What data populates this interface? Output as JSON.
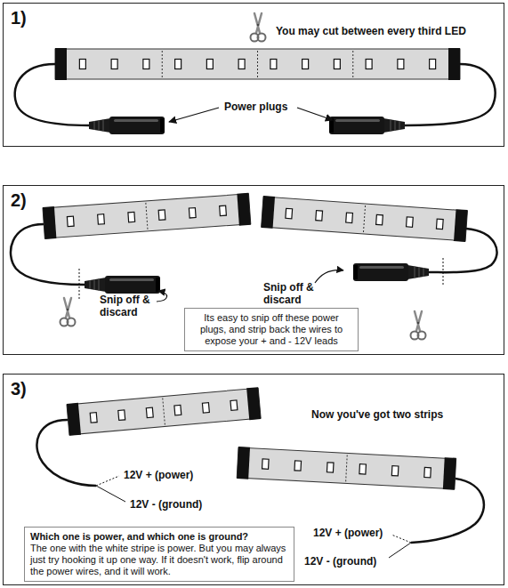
{
  "diagram": {
    "nodes": [
      {
        "text": [
          "1)"
        ]
      },
      {
        "text": [
          "2)"
        ]
      },
      {
        "text": [
          "Its easy to snip off these power plugs, and strip back the wires to expose your + and - 12V leads"
        ],
        "in": 1
      },
      {
        "text": [
          "3)"
        ]
      },
      {
        "text": [
          "Which one is power, and which one is ground?",
          "The one with the white stripe is power. But you may always just try hooking it up one way. If it doesn't work, flip around the power wires, and it will work."
        ],
        "in": 3
      }
    ],
    "labels": [
      "You may cut between every third LED",
      "Power plugs",
      "Snip off & discard",
      "Snip off & discard",
      "Now you've got two strips",
      "12V + (power)",
      "12V - (ground)",
      "12V + (power)",
      "12V - (ground)"
    ]
  }
}
